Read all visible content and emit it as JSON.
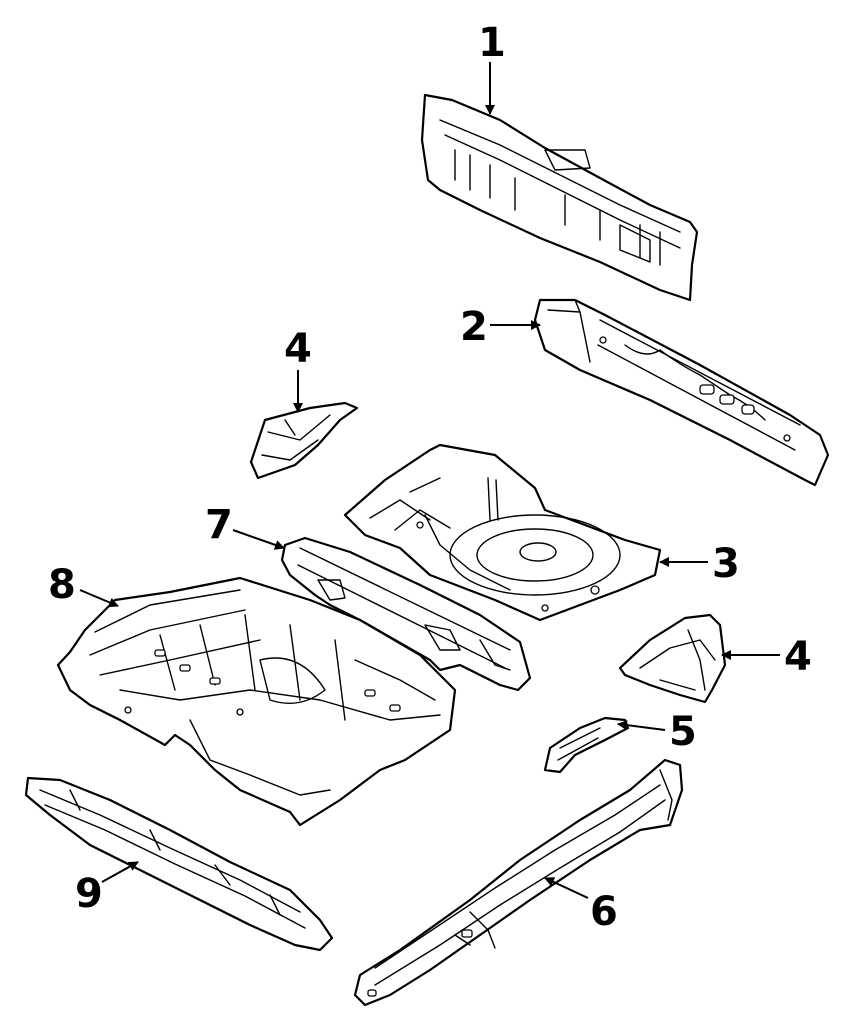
{
  "diagram": {
    "callouts": [
      {
        "id": "callout-1",
        "text": "1"
      },
      {
        "id": "callout-2",
        "text": "2"
      },
      {
        "id": "callout-3",
        "text": "3"
      },
      {
        "id": "callout-4a",
        "text": "4"
      },
      {
        "id": "callout-4b",
        "text": "4"
      },
      {
        "id": "callout-5",
        "text": "5"
      },
      {
        "id": "callout-6",
        "text": "6"
      },
      {
        "id": "callout-7",
        "text": "7"
      },
      {
        "id": "callout-8",
        "text": "8"
      },
      {
        "id": "callout-9",
        "text": "9"
      }
    ],
    "colors": {
      "line": "#000000",
      "background": "#ffffff"
    }
  }
}
